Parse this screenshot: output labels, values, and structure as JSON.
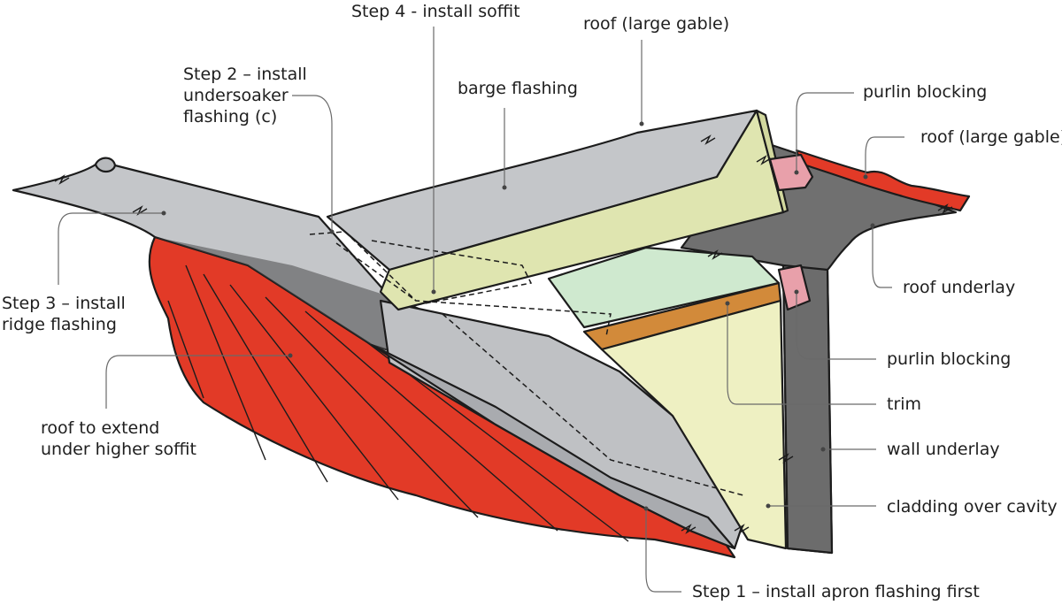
{
  "labels": {
    "step4": "Step 4 - install soffit",
    "roof_gable_top": "roof (large gable)",
    "step2": "Step 2 – install\nundersoaker\nflashing (c)",
    "barge_flashing": "barge flashing",
    "purlin_blocking_top": "purlin blocking",
    "roof_gable_right": "roof (large gable)",
    "roof_underlay": "roof underlay",
    "step3": "Step 3 – install\nridge flashing",
    "purlin_blocking_mid": "purlin blocking",
    "trim": "trim",
    "roof_extend": "roof to extend\nunder higher soffit",
    "wall_underlay": "wall underlay",
    "cladding": "cladding over cavity",
    "step1": "Step 1 – install apron flashing first"
  },
  "colors": {
    "roof_red": "#e23a27",
    "roof_red_dark": "#b32516",
    "flashing_grey": "#c4c6c9",
    "flashing_dark": "#9a9ca0",
    "underlay_grey": "#707070",
    "barge_cream": "#dfe5b0",
    "soffit_green": "#cfe9cf",
    "trim_orange": "#d28a3a",
    "cladding_cream": "#eef0c2",
    "blocking_pink": "#e8a0aa",
    "leader": "#6a6a6a"
  }
}
